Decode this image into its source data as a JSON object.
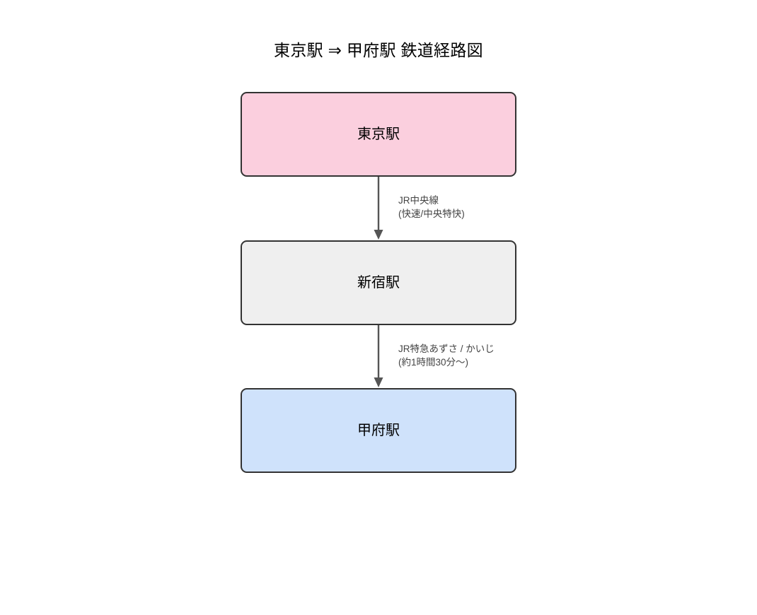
{
  "diagram": {
    "title": "東京駅 ⇒ 甲府駅 鉄道経路図",
    "type": "flowchart",
    "direction": "top-to-bottom",
    "nodes": [
      {
        "id": "tokyo",
        "label": "東京駅",
        "role": "origin",
        "fill": "#fbcfde",
        "stroke": "#333333"
      },
      {
        "id": "shinjuku",
        "label": "新宿駅",
        "role": "transfer",
        "fill": "#efefef",
        "stroke": "#333333"
      },
      {
        "id": "kofu",
        "label": "甲府駅",
        "role": "destination",
        "fill": "#cfe2fb",
        "stroke": "#333333"
      }
    ],
    "edges": [
      {
        "id": "edge-1",
        "from": "tokyo",
        "to": "shinjuku",
        "line_name": "JR中央線",
        "detail": "(快速/中央特快)",
        "color": "#555555"
      },
      {
        "id": "edge-2",
        "from": "shinjuku",
        "to": "kofu",
        "line_name": "JR特急あずさ / かいじ",
        "detail": "(約1時間30分〜)",
        "color": "#555555"
      }
    ]
  }
}
